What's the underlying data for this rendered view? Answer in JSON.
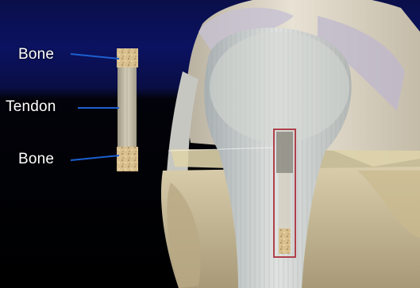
{
  "labels": {
    "bone_top": "Bone",
    "tendon": "Tendon",
    "bone_bottom": "Bone"
  },
  "colors": {
    "background_top": "#0b1260",
    "background_bottom": "#000000",
    "leader_line": "#1e5fd0",
    "label_text": "#ffffff",
    "bone_plug": "#d9c08f",
    "graft_tendon": "#c9c0a6",
    "tibial_tunnel_outline": "#b0404a",
    "femur": "#d9d2c3",
    "patellar_tendon": "#cfd3d6",
    "cartilage": "#b9b3c8",
    "tibia_bone": "#cbbd99"
  }
}
